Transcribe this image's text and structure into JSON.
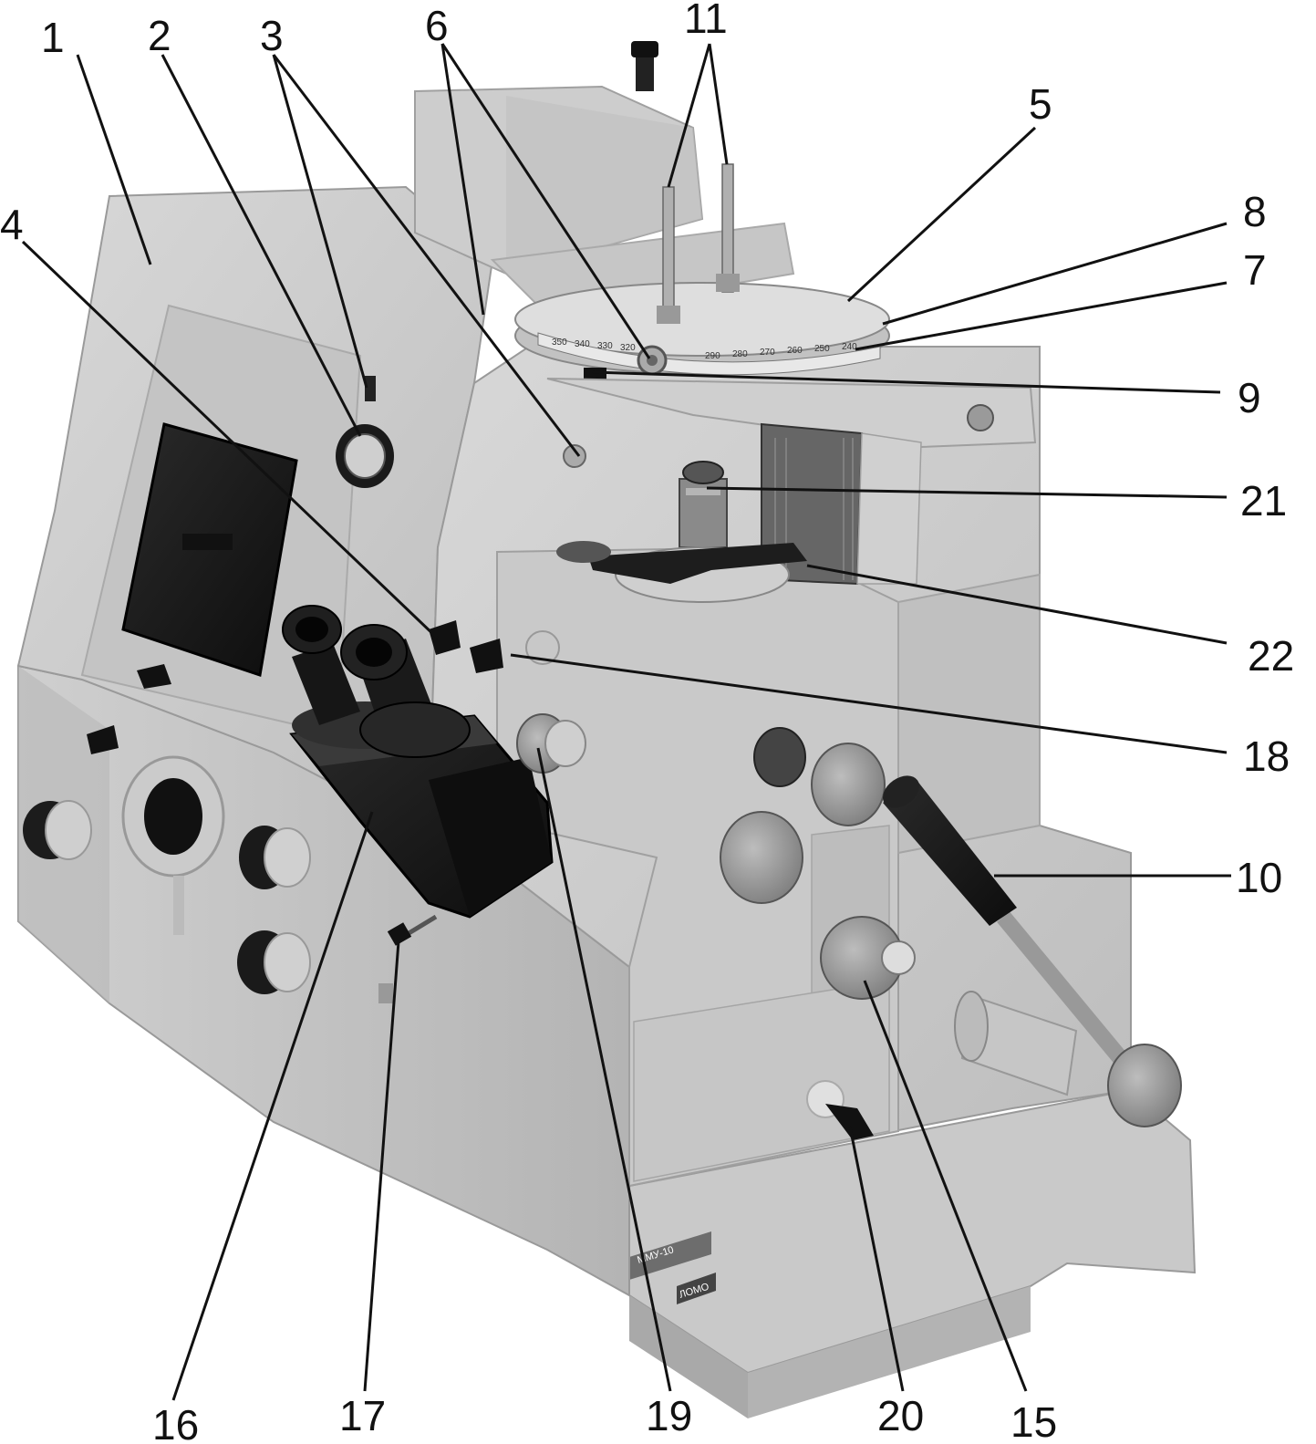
{
  "figure": {
    "dial_scale": [
      "290",
      "280",
      "270",
      "260",
      "250",
      "240"
    ],
    "dial_scale_left": [
      "320",
      "330",
      "340",
      "350"
    ],
    "model_plate": "ММУ-10",
    "brand_plate": "ЛОМО"
  },
  "callouts": [
    {
      "id": "1",
      "label": "1"
    },
    {
      "id": "2",
      "label": "2"
    },
    {
      "id": "3",
      "label": "3"
    },
    {
      "id": "4",
      "label": "4"
    },
    {
      "id": "5",
      "label": "5"
    },
    {
      "id": "6",
      "label": "6"
    },
    {
      "id": "7",
      "label": "7"
    },
    {
      "id": "8",
      "label": "8"
    },
    {
      "id": "9",
      "label": "9"
    },
    {
      "id": "10",
      "label": "10"
    },
    {
      "id": "11",
      "label": "11"
    },
    {
      "id": "15",
      "label": "15"
    },
    {
      "id": "16",
      "label": "16"
    },
    {
      "id": "17",
      "label": "17"
    },
    {
      "id": "18",
      "label": "18"
    },
    {
      "id": "19",
      "label": "19"
    },
    {
      "id": "20",
      "label": "20"
    },
    {
      "id": "21",
      "label": "21"
    },
    {
      "id": "22",
      "label": "22"
    }
  ]
}
